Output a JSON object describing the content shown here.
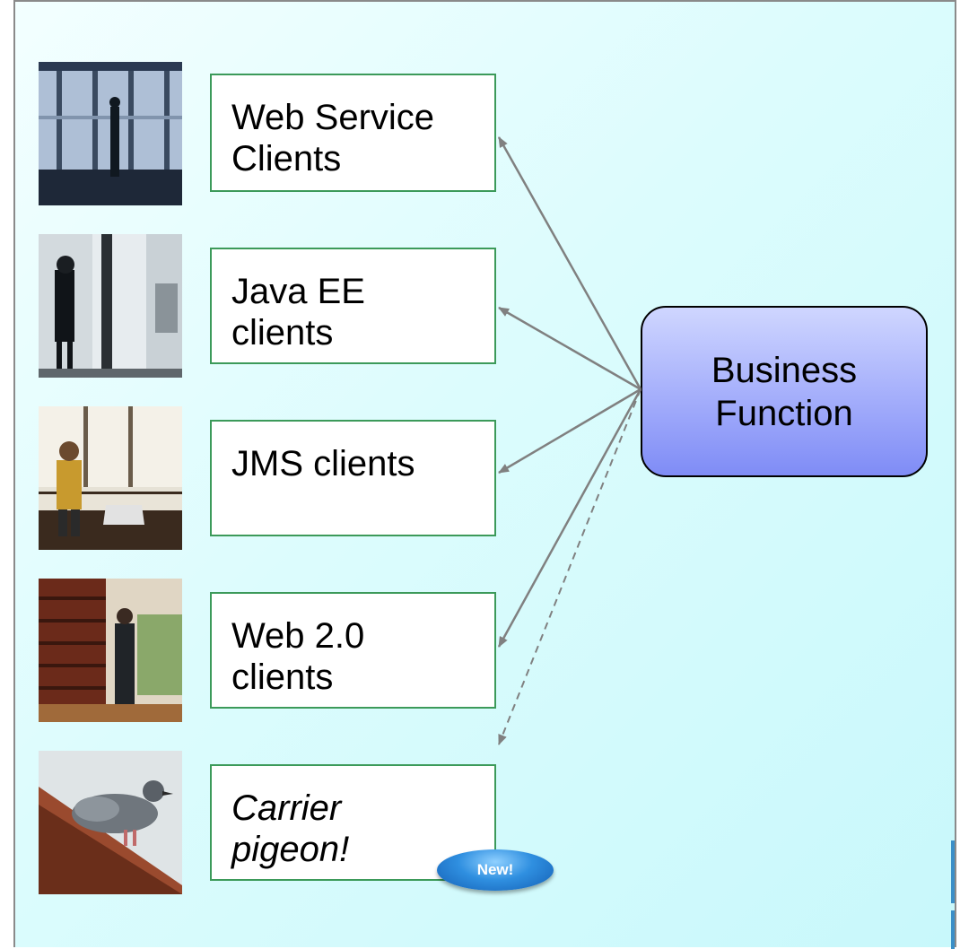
{
  "clients": [
    {
      "line1": "Web Service",
      "line2": "Clients"
    },
    {
      "line1": "Java EE",
      "line2": "clients"
    },
    {
      "line1": "JMS clients",
      "line2": ""
    },
    {
      "line1": "Web 2.0",
      "line2": "clients"
    },
    {
      "line1": "Carrier",
      "line2": "pigeon!"
    }
  ],
  "business": {
    "line1": "Business",
    "line2": "Function"
  },
  "badge": "New!",
  "colors": {
    "client_border": "#3c9a5a",
    "business_fill": "#a3adfb",
    "arrow": "#808080",
    "badge": "#2f8fe0"
  }
}
